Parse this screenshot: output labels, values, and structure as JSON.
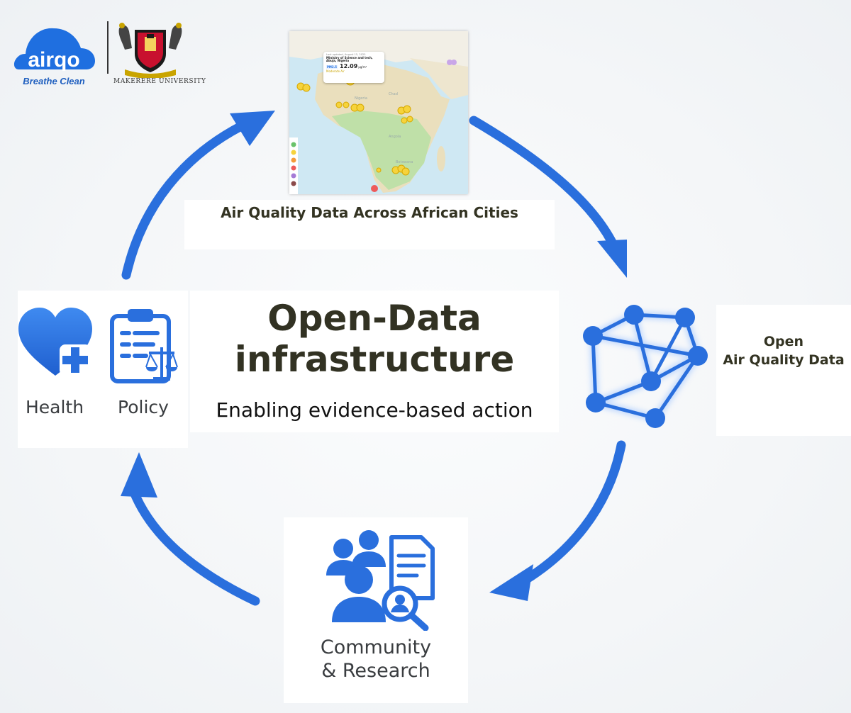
{
  "logos": {
    "airqo_name": "airqo",
    "airqo_tagline": "Breathe Clean",
    "university_name": "MAKERERE UNIVERSITY",
    "airqo_color": "#1f6fe0",
    "tagline_color": "#1f5fbf"
  },
  "diagram": {
    "title": "Open-Data infrastructure",
    "subtitle": "Enabling evidence-based action",
    "accent_color": "#2a6fdd",
    "nodes": [
      {
        "id": "map",
        "label": "Air Quality Data Across African Cities",
        "icon": "africa-map"
      },
      {
        "id": "open-data",
        "label_line1": "Open",
        "label_line2": "Air Quality Data",
        "icon": "network-icon"
      },
      {
        "id": "community",
        "label_line1": "Community",
        "label_line2": "& Research",
        "icon": "community-research-icon"
      },
      {
        "id": "health",
        "label": "Health",
        "icon": "heart-plus-icon"
      },
      {
        "id": "policy",
        "label": "Policy",
        "icon": "clipboard-scales-icon"
      }
    ],
    "edges": [
      {
        "from": "map",
        "to": "open-data"
      },
      {
        "from": "open-data",
        "to": "community"
      },
      {
        "from": "community",
        "to": "health"
      },
      {
        "from": "health",
        "to": "map"
      }
    ]
  },
  "map_popup": {
    "updated": "Last updated, August 15, 2025",
    "site": "Ministry of Science and tech, Abuja, Nigeria",
    "pollutant": "PM2.5",
    "value": "12.09",
    "unit": "μg/m³",
    "category": "Moderate Air"
  }
}
